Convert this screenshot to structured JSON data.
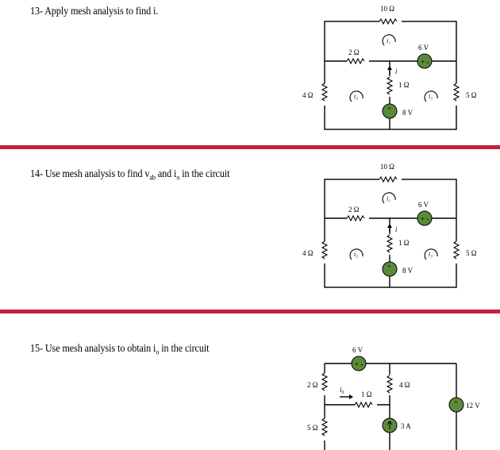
{
  "colors": {
    "separator": "#c0243c",
    "source": "#5a8a3a"
  },
  "problems": [
    {
      "label": "13- Apply mesh analysis to find i.",
      "circuit": {
        "top_res": "10 Ω",
        "mid_res": "2 Ω",
        "left_res": "4 Ω",
        "center_res": "1 Ω",
        "right_res": "5 Ω",
        "vsrc_top": "6 V",
        "vsrc_bottom": "8 V",
        "mesh1": "i₁",
        "mesh2": "i₂",
        "mesh3": "i₃",
        "current": "i"
      }
    },
    {
      "label_main": "14- Use mesh analysis to find v",
      "label_sub": "ab",
      "label_mid": " and i",
      "label_sub2": "o",
      "label_tail": " in the circuit",
      "circuit": {
        "top_res": "10 Ω",
        "mid_res": "2 Ω",
        "left_res": "4 Ω",
        "center_res": "1 Ω",
        "right_res": "5 Ω",
        "vsrc_top": "6 V",
        "vsrc_bottom": "8 V",
        "mesh1": "i₁",
        "mesh2": "i₂",
        "mesh3": "i₃",
        "current": "i"
      }
    },
    {
      "label_main": "15- Use mesh analysis to obtain i",
      "label_sub": "o",
      "label_tail": " in the circuit",
      "circuit": {
        "vsrc_top": "6 V",
        "left_top_res": "2 Ω",
        "left_bottom_res": "5 Ω",
        "mid_res": "1 Ω",
        "right_res": "4 Ω",
        "isrc": "3 A",
        "vsrc_right": "12 V",
        "current": "i₀"
      }
    }
  ]
}
